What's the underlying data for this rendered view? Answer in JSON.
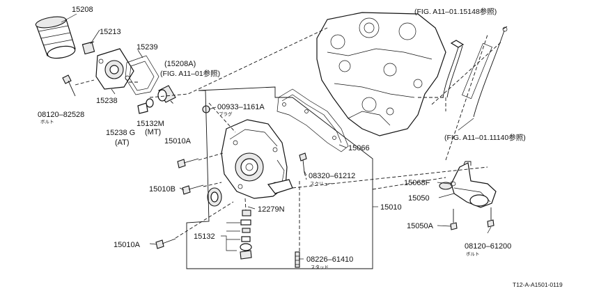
{
  "labels": {
    "p15208": "15208",
    "p15213": "15213",
    "p15239": "15239",
    "p15238": "15238",
    "p15208a": "(15208A)",
    "fig_a11_01": "(FIG. A11–01参照)",
    "fig_a11_15148": "(FIG. A11–01.15148参照)",
    "fig_a11_11140": "(FIG. A11–01.11140参照)",
    "p08120_82528": "08120–82528",
    "bolt_jp_1": "ボルト",
    "p15238g": "15238 G",
    "at": "(AT)",
    "p15132m": "15132M",
    "mt": "(MT)",
    "p00933": "00933–1161A",
    "plug_jp": "プラグ",
    "p15010a_top": "15010A",
    "p15066": "15066",
    "p08320": "08320–61212",
    "screw_jp": "スクリュー",
    "p15010b": "15010B",
    "p12279n": "12279N",
    "p15010": "15010",
    "p15132": "15132",
    "p15010a_bottom": "15010A",
    "p08226": "08226–61410",
    "stud_jp": "スタッド",
    "p15068f": "15068F",
    "p15050": "15050",
    "p15050a": "15050A",
    "p08120_61200": "08120–61200",
    "bolt_jp_2": "ボルト",
    "figure_code": "T12-A-A1501-0119"
  }
}
